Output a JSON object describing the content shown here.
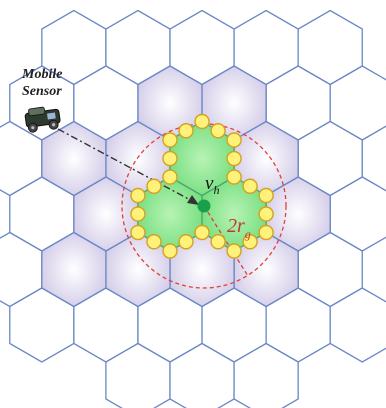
{
  "labels": {
    "sensor_line1": "Mobile",
    "sensor_line2": "Sensor",
    "head_node_main": "v",
    "head_node_sub": "h",
    "range_main": "2r",
    "range_sub": "g"
  },
  "colors": {
    "hex_outline": "#6a87c6",
    "hex_purple": "#d9d3ea",
    "hex_green": "#84e48a",
    "node_fill": "#fff27a",
    "head_node": "#18a04a",
    "range_circle": "#e0403a",
    "path_line": "#333333"
  },
  "icons": {
    "sensor": "mobile-sensor-robot-icon"
  }
}
